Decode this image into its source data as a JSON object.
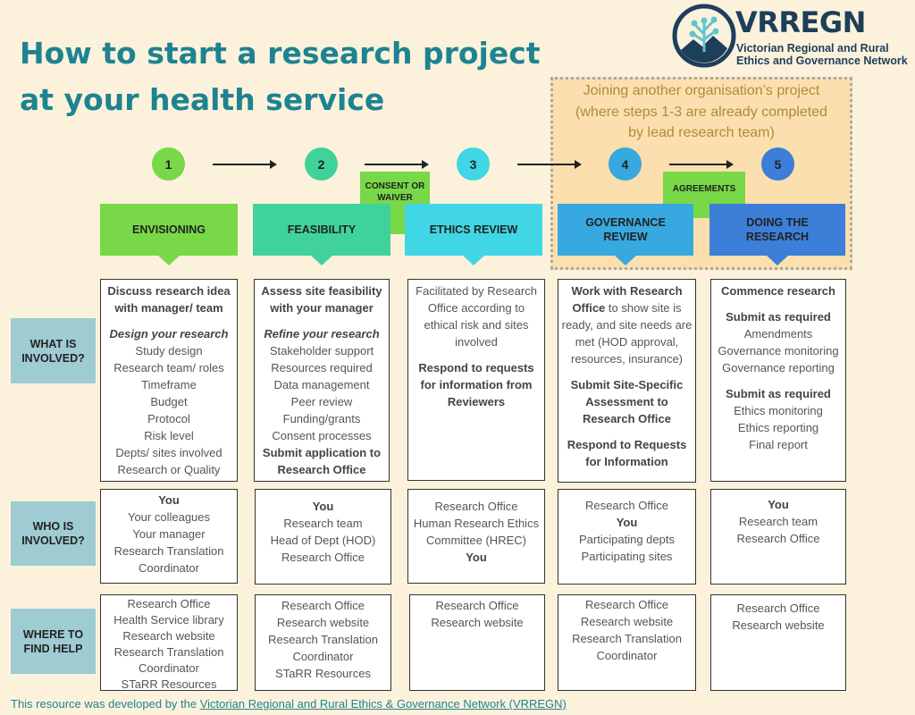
{
  "title": [
    "How to start a research project",
    "at your health service"
  ],
  "logo": {
    "name": "VRREGN",
    "sub_lines": [
      "Victorian Regional and Rural",
      "Ethics and Governance Network"
    ]
  },
  "joining_note": [
    "Joining another organisation’s project",
    "(where steps 1-3 are already completed",
    "by lead research team)"
  ],
  "steps": [
    {
      "number": "1",
      "title": [
        "ENVISIONING"
      ],
      "color": "#78d848"
    },
    {
      "number": "2",
      "title": [
        "FEASIBILITY"
      ],
      "color": "#3fd39b"
    },
    {
      "number": "3",
      "title": [
        "ETHICS REVIEW"
      ],
      "color": "#41d6e6"
    },
    {
      "number": "4",
      "title": [
        "GOVERNANCE",
        "REVIEW"
      ],
      "color": "#37a8e0"
    },
    {
      "number": "5",
      "title": [
        "DOING THE",
        "RESEARCH"
      ],
      "color": "#3c7ed8"
    }
  ],
  "connectors": {
    "consent": [
      "CONSENT OR",
      "WAIVER"
    ],
    "agreements": [
      "AGREEMENTS"
    ]
  },
  "row_labels": {
    "what": [
      "WHAT IS",
      "INVOLVED?"
    ],
    "who": [
      "WHO IS",
      "INVOLVED?"
    ],
    "where": [
      "WHERE TO",
      "FIND HELP"
    ]
  },
  "what": [
    [
      {
        "t": "Discuss research idea",
        "s": "b"
      },
      {
        "t": "with manager/ team",
        "s": "b"
      },
      {
        "t": "",
        "s": "gap"
      },
      {
        "t": "Design your research",
        "s": "bi"
      },
      {
        "t": "Study design"
      },
      {
        "t": "Research team/ roles"
      },
      {
        "t": "Timeframe"
      },
      {
        "t": "Budget"
      },
      {
        "t": "Protocol"
      },
      {
        "t": "Risk level"
      },
      {
        "t": "Depts/ sites involved"
      },
      {
        "t": "Research or Quality"
      }
    ],
    [
      {
        "t": "Assess site feasibility",
        "s": "b"
      },
      {
        "t": "with your manager",
        "s": "b"
      },
      {
        "t": "",
        "s": "gap"
      },
      {
        "t": "Refine your research",
        "s": "bi"
      },
      {
        "t": "Stakeholder support"
      },
      {
        "t": "Resources required"
      },
      {
        "t": "Data management"
      },
      {
        "t": "Peer review"
      },
      {
        "t": "Funding/grants"
      },
      {
        "t": "Consent processes"
      },
      {
        "t": "Submit application to",
        "s": "b"
      },
      {
        "t": "Research Office",
        "s": "b"
      }
    ],
    [
      {
        "t": "Facilitated by Research"
      },
      {
        "t": "Office according to"
      },
      {
        "t": "ethical risk and sites"
      },
      {
        "t": "involved"
      },
      {
        "t": "",
        "s": "gap"
      },
      {
        "t": "Respond to requests",
        "s": "b"
      },
      {
        "t": "for information from",
        "s": "b"
      },
      {
        "t": "Reviewers",
        "s": "b"
      }
    ],
    [
      {
        "t": "Work with Research",
        "s": "b"
      },
      {
        "t": "Office to show site is",
        "s": "mixed"
      },
      {
        "t": "ready, and site needs are"
      },
      {
        "t": "met (HOD approval,"
      },
      {
        "t": "resources, insurance)"
      },
      {
        "t": "",
        "s": "gap"
      },
      {
        "t": "Submit Site-Specific",
        "s": "b"
      },
      {
        "t": "Assessment to",
        "s": "b"
      },
      {
        "t": "Research Office",
        "s": "b"
      },
      {
        "t": "",
        "s": "gap"
      },
      {
        "t": "Respond to Requests",
        "s": "b"
      },
      {
        "t": "for Information",
        "s": "b"
      }
    ],
    [
      {
        "t": "Commence research",
        "s": "b"
      },
      {
        "t": "",
        "s": "gap"
      },
      {
        "t": "Submit as required",
        "s": "b"
      },
      {
        "t": "Amendments"
      },
      {
        "t": "Governance monitoring"
      },
      {
        "t": "Governance reporting"
      },
      {
        "t": "",
        "s": "gap"
      },
      {
        "t": "Submit as required",
        "s": "b"
      },
      {
        "t": "Ethics monitoring"
      },
      {
        "t": "Ethics reporting"
      },
      {
        "t": "Final report"
      }
    ]
  ],
  "who": [
    [
      {
        "t": "You",
        "s": "b"
      },
      {
        "t": "Your colleagues"
      },
      {
        "t": "Your manager"
      },
      {
        "t": "Research Translation"
      },
      {
        "t": "Coordinator"
      }
    ],
    [
      {
        "t": "You",
        "s": "b"
      },
      {
        "t": "Research team"
      },
      {
        "t": "Head of Dept (HOD)"
      },
      {
        "t": "Research Office"
      }
    ],
    [
      {
        "t": "Research Office"
      },
      {
        "t": "Human Research Ethics"
      },
      {
        "t": "Committee (HREC)"
      },
      {
        "t": "You",
        "s": "b"
      }
    ],
    [
      {
        "t": "Research Office"
      },
      {
        "t": "You",
        "s": "b"
      },
      {
        "t": "Participating depts"
      },
      {
        "t": "Participating sites"
      }
    ],
    [
      {
        "t": "You",
        "s": "b"
      },
      {
        "t": "Research team"
      },
      {
        "t": "Research Office"
      }
    ]
  ],
  "where": [
    [
      {
        "t": "Research Office"
      },
      {
        "t": "Health Service library"
      },
      {
        "t": "Research website"
      },
      {
        "t": "Research Translation"
      },
      {
        "t": "Coordinator"
      },
      {
        "t": "STaRR Resources"
      }
    ],
    [
      {
        "t": "Research Office"
      },
      {
        "t": "Research website"
      },
      {
        "t": "Research Translation"
      },
      {
        "t": "Coordinator"
      },
      {
        "t": "STaRR Resources"
      }
    ],
    [
      {
        "t": "Research Office"
      },
      {
        "t": "Research website"
      }
    ],
    [
      {
        "t": "Research Office"
      },
      {
        "t": "Research website"
      },
      {
        "t": "Research Translation"
      },
      {
        "t": "Coordinator"
      }
    ],
    [
      {
        "t": "Research Office"
      },
      {
        "t": "Research website"
      }
    ]
  ],
  "footer": {
    "prefix": "This resource was developed by the ",
    "link": "Victorian Regional and Rural Ethics & Governance Network (VRREGN)"
  }
}
